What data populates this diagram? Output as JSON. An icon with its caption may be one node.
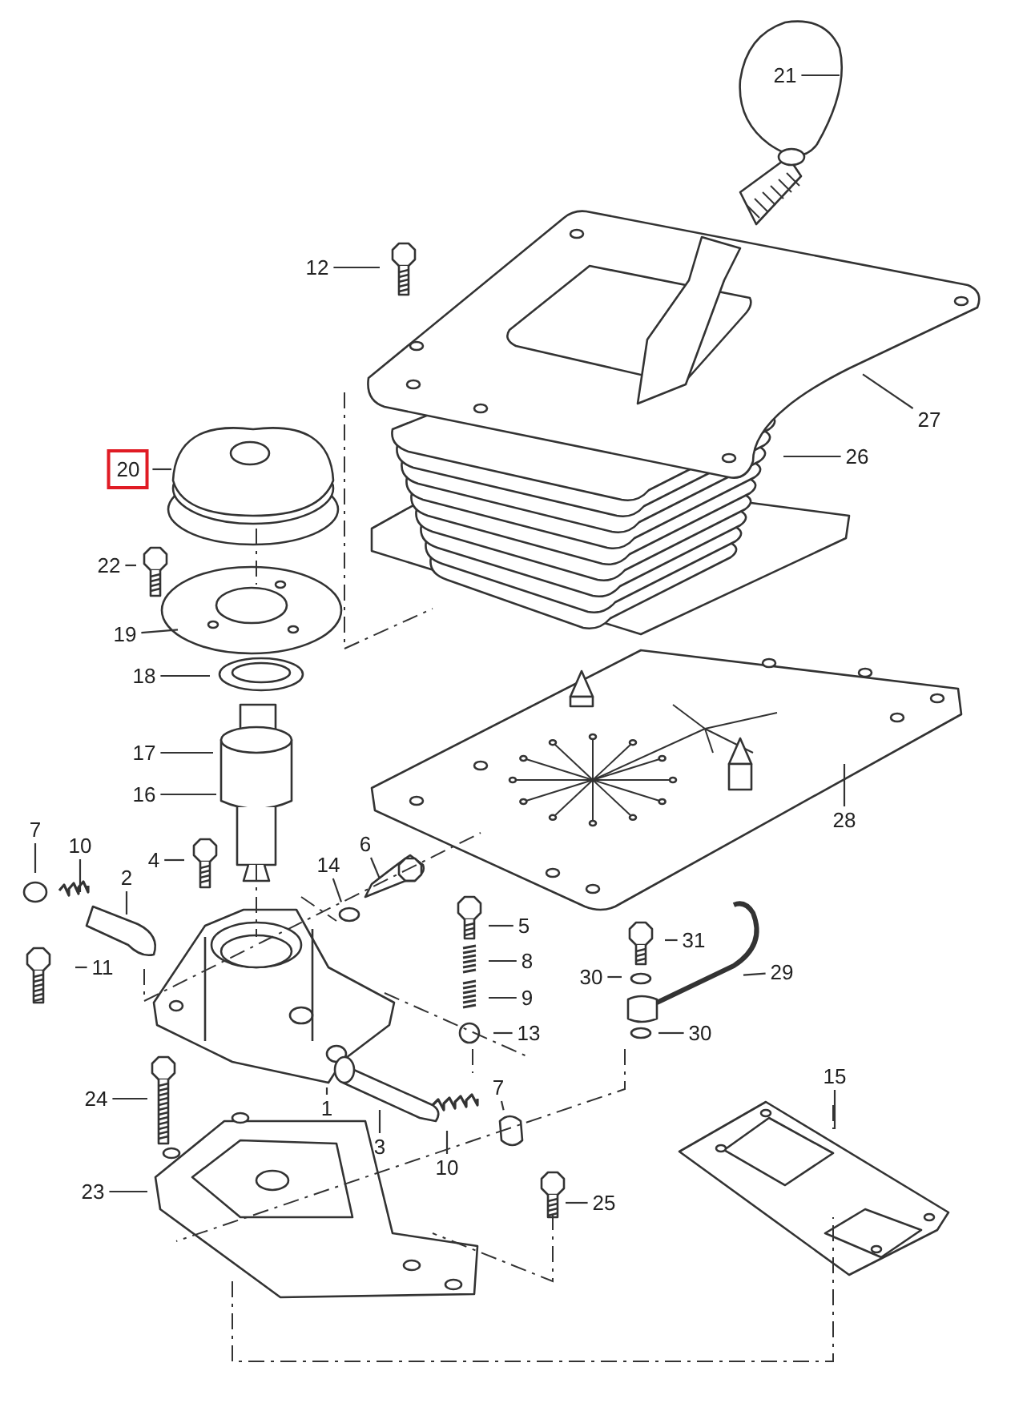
{
  "diagram": {
    "nodes": [
      {
        "text": [
          "21"
        ]
      },
      {
        "text": [
          "12"
        ]
      },
      {
        "text": [
          "27"
        ]
      },
      {
        "text": [
          "26"
        ]
      },
      {
        "text": [
          "20"
        ]
      },
      {
        "text": [
          "22"
        ]
      },
      {
        "text": [
          "19"
        ]
      },
      {
        "text": [
          "18"
        ]
      },
      {
        "text": [
          "17"
        ]
      },
      {
        "text": [
          "16"
        ]
      },
      {
        "text": [
          "28"
        ]
      },
      {
        "text": [
          "7"
        ]
      },
      {
        "text": [
          "10"
        ]
      },
      {
        "text": [
          "2"
        ]
      },
      {
        "text": [
          "4"
        ]
      },
      {
        "text": [
          "14"
        ]
      },
      {
        "text": [
          "6"
        ]
      },
      {
        "text": [
          "11"
        ]
      },
      {
        "text": [
          "5"
        ]
      },
      {
        "text": [
          "8"
        ]
      },
      {
        "text": [
          "31"
        ]
      },
      {
        "text": [
          "30"
        ]
      },
      {
        "text": [
          "29"
        ]
      },
      {
        "text": [
          "9"
        ]
      },
      {
        "text": [
          "13"
        ]
      },
      {
        "text": [
          "30"
        ]
      },
      {
        "text": [
          "15"
        ]
      },
      {
        "text": [
          "1"
        ]
      },
      {
        "text": [
          "24"
        ]
      },
      {
        "text": [
          "3"
        ]
      },
      {
        "text": [
          "7"
        ]
      },
      {
        "text": [
          "10"
        ]
      },
      {
        "text": [
          "23"
        ]
      },
      {
        "text": [
          "25"
        ]
      }
    ],
    "edges": [
      {
        "from": 0,
        "to": null,
        "arrow": "none"
      },
      {
        "from": 1,
        "to": null,
        "arrow": "none"
      },
      {
        "from": 2,
        "to": null,
        "arrow": "none"
      },
      {
        "from": 3,
        "to": null,
        "arrow": "none"
      },
      {
        "from": 4,
        "to": null,
        "arrow": "none"
      },
      {
        "from": 5,
        "to": null,
        "arrow": "none"
      },
      {
        "from": 6,
        "to": null,
        "arrow": "none"
      },
      {
        "from": 7,
        "to": null,
        "arrow": "none"
      },
      {
        "from": 8,
        "to": null,
        "arrow": "none"
      },
      {
        "from": 9,
        "to": null,
        "arrow": "none"
      },
      {
        "from": 10,
        "to": null,
        "arrow": "none"
      },
      {
        "from": 11,
        "to": null,
        "arrow": "none"
      },
      {
        "from": 12,
        "to": null,
        "arrow": "none"
      },
      {
        "from": 13,
        "to": null,
        "arrow": "none"
      },
      {
        "from": 14,
        "to": null,
        "arrow": "none"
      },
      {
        "from": 15,
        "to": null,
        "arrow": "none"
      },
      {
        "from": 16,
        "to": null,
        "arrow": "none"
      },
      {
        "from": 17,
        "to": null,
        "arrow": "none"
      },
      {
        "from": 18,
        "to": null,
        "arrow": "none"
      },
      {
        "from": 19,
        "to": null,
        "arrow": "none"
      },
      {
        "from": 20,
        "to": null,
        "arrow": "none"
      },
      {
        "from": 21,
        "to": null,
        "arrow": "none"
      },
      {
        "from": 22,
        "to": null,
        "arrow": "none"
      },
      {
        "from": 23,
        "to": null,
        "arrow": "none"
      },
      {
        "from": 24,
        "to": null,
        "arrow": "none"
      },
      {
        "from": 25,
        "to": null,
        "arrow": "none"
      },
      {
        "from": 26,
        "to": null,
        "arrow": "none"
      },
      {
        "from": 27,
        "to": null,
        "arrow": "none"
      },
      {
        "from": 28,
        "to": null,
        "arrow": "none"
      },
      {
        "from": 29,
        "to": null,
        "arrow": "none"
      },
      {
        "from": 30,
        "to": null,
        "arrow": "none"
      },
      {
        "from": 31,
        "to": null,
        "arrow": "none"
      },
      {
        "from": 32,
        "to": null,
        "arrow": "none"
      },
      {
        "from": 33,
        "to": null,
        "arrow": "none"
      }
    ]
  }
}
